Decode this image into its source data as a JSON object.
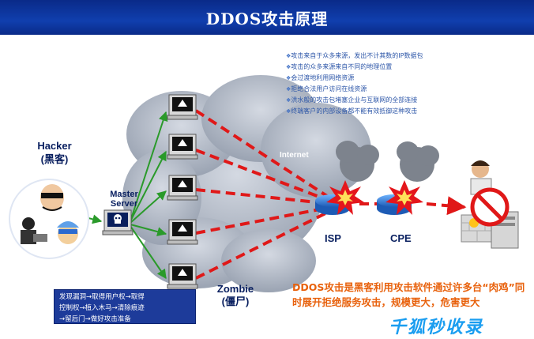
{
  "title": "DDOS攻击原理",
  "notes": [
    "攻击来自于众多来源，发出不计其数的IP数据包",
    "攻击的众多来源来自不同的地理位置",
    "会过渡地利用网络资源",
    "拒绝合法用户访问在线资源",
    "洪水般的攻击包堵塞企业与互联网的全部连接",
    "终端客户的内部设备都不能有效抵御这种攻击"
  ],
  "labels": {
    "hacker_line1": "Hacker",
    "hacker_line2": "(黑客)",
    "master_line1": "Master",
    "master_line2": "Server",
    "internet": "Internet",
    "isp": "ISP",
    "cpe": "CPE",
    "zombie_line1": "Zombie",
    "zombie_line2": "(僵尸)"
  },
  "steps": [
    "发现漏洞→取得用户权→取得",
    "控制权→植入木马→清除痕迹",
    "→留后门→做好攻击准备"
  ],
  "summary": "DDOS攻击是黑客利用攻击软件通过许多台“肉鸡”同时展开拒绝服务攻击，规模更大，危害更大",
  "watermark": "千狐秒收录",
  "colors": {
    "title_bar": "#0c2f94",
    "attack_line": "#e01818",
    "control_line": "#2a9a2a",
    "note_text": "#2c56a8",
    "summary_text": "#e8610c",
    "router": "#2f7fd8",
    "cloud": "#a9b1bf"
  },
  "icons": [
    "pirate-skull-icon",
    "router-icon",
    "explosion-icon",
    "no-entry-icon",
    "computer-icon",
    "hacker-person-icon"
  ]
}
